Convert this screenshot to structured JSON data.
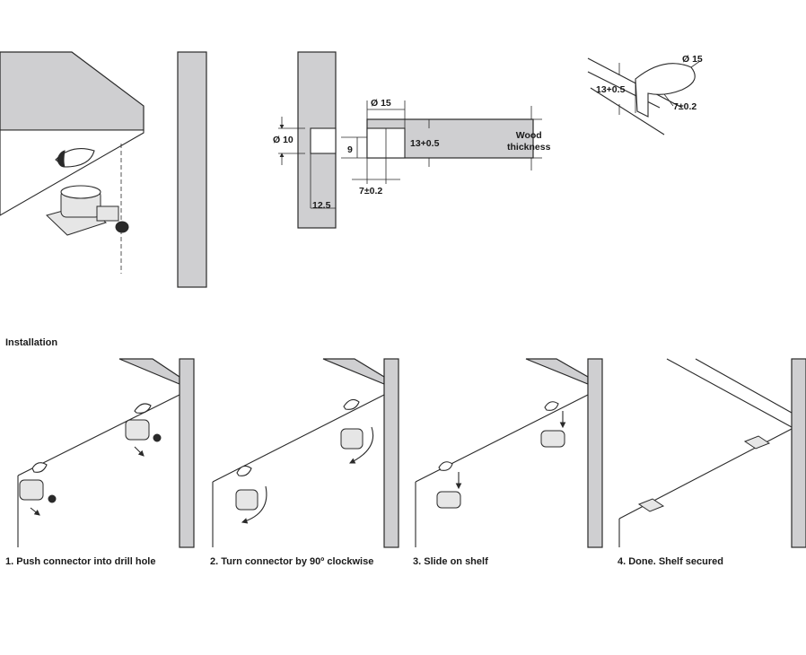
{
  "dimensions": {
    "side_diameter": "Ø 10",
    "top_diameter": "Ø 15",
    "depth": "13+0.5",
    "offset": "9",
    "edge": "7±0.2",
    "panel_offset": "12.5",
    "wood_thickness": "Wood\nthickness"
  },
  "iso_dimensions": {
    "diameter": "Ø 15",
    "depth": "13+0.5",
    "edge": "7±0.2"
  },
  "installation": {
    "title": "Installation",
    "steps": [
      {
        "label": "1. Push connector into drill hole"
      },
      {
        "label": "2. Turn connector by 90º clockwise"
      },
      {
        "label": "3. Slide on shelf"
      },
      {
        "label": "4. Done.  Shelf secured"
      }
    ]
  }
}
